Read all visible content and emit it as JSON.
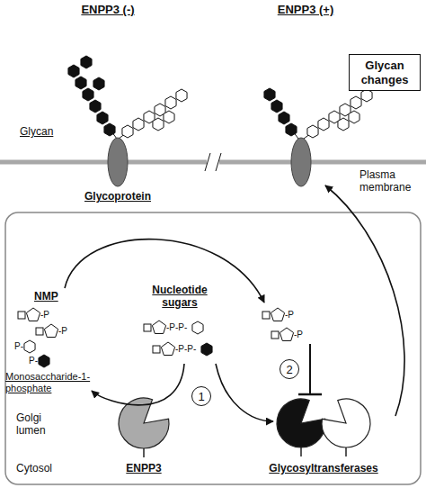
{
  "diagram": {
    "nodes": [
      {
        "text": [
          "Glycan changes"
        ]
      },
      {
        "text": [
          "1"
        ]
      },
      {
        "text": [
          "2"
        ]
      }
    ],
    "labels": [
      "ENPP3 (-)",
      "ENPP3 (+)",
      "Glycan",
      "Plasma membrane",
      "Glycoprotein",
      "NMP",
      "Nucleotide sugars",
      "Monosaccharide-1-phosphate",
      "Golgi lumen",
      "Cytosol",
      "ENPP3",
      "Glycosyltransferases",
      "-P",
      "-P",
      "P-",
      "P-",
      "-P-P-",
      "-P-P-",
      "-P",
      "-P"
    ]
  }
}
